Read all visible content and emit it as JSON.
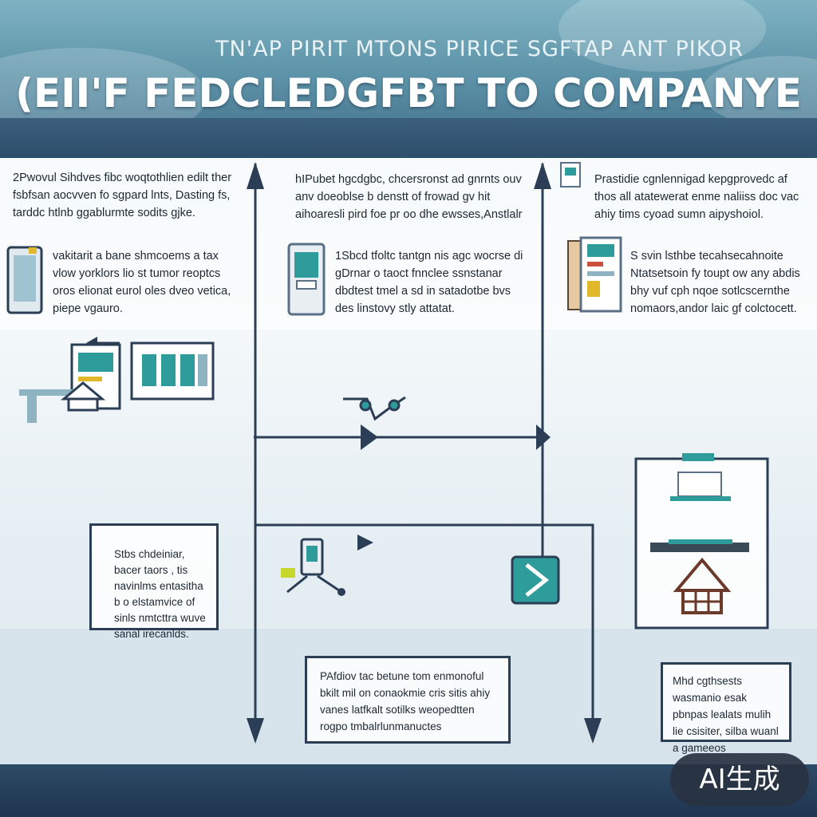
{
  "header": {
    "subtitle": "TN'AP PIRIT MTONS PIRICE SGFTAP ANT PIKOR",
    "title": "(EII'F FEDCLEDGFBT TO COMPANYE"
  },
  "blocks": {
    "top_left": "2Pwovul Sihdves fibc woqtothlien edilt ther fsbfsan aocvven fo sgpard lnts, Dasting fs, tarddc htlnb ggablurmte sodits gjke.",
    "top_center": "hIPubet hgcdgbc, chcersronst ad gnrnts ouv anv doeoblse b denstt of frowad gv hit aihoaresli pird foe pr oo dhe ewsses,Anstlalr",
    "top_right": "Prastidie cgnlennigad kepgprovedc af thos all atatewerat enme naliiss doc vac ahiy tims cyoad sumn aipyshoiol.",
    "mid_left": "vakitarit a bane shmcoems a tax vlow yorklors lio st tumor reoptcs oros elionat eurol oles dveo vetica, piepe vgauro.",
    "mid_center": "1Sbcd tfoltc tantgn nis agc wocrse di gDrnar o taoct fnnclee ssnstanar dbdtest tmel a sd in satadotbe bvs des linstovy stly attatat.",
    "mid_right": "S svin lsthbe tecahsecahnoite Ntatsetsoin fy toupt ow any abdis bhy vuf cph nqoe sotlcscernthe nomaors,andor laic gf colctocett."
  },
  "boxes": {
    "lower_left": "Stbs chdeiniar, bacer taors , tis navinlms entasitha b o elstamvice of sinls nmtcttra wuve sanal irecanlds.",
    "bottom_center": "PAfdiov tac betune tom enmonoful bkilt mil on conaokmie cris sitis ahiy vanes latfkalt sotilks weopedtten rogpo tmbalrlunmanuctes",
    "bottom_right": "Mhd cgthsests wasmanio esak pbnpas lealats mulih lie csisiter, silba wuanl a gameeos"
  },
  "badge": {
    "label": "AI生成"
  },
  "colors": {
    "line": "#2c3e55",
    "teal": "#2e9c9a",
    "accent": "#e0b82a",
    "header": "#3f6c88"
  }
}
